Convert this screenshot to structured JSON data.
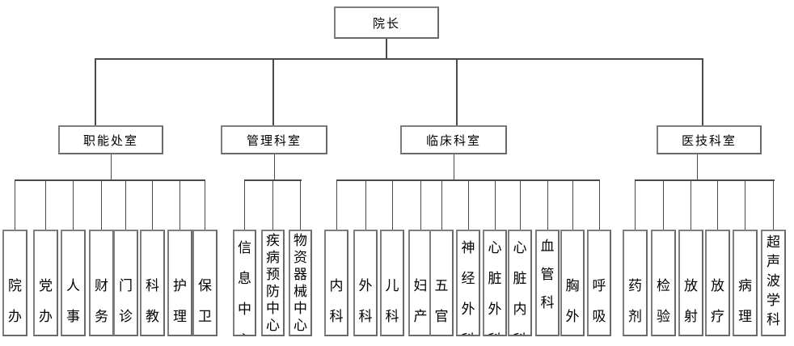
{
  "root": {
    "label": "院长"
  },
  "groups": [
    {
      "label": "职能处室",
      "children": [
        {
          "label": "院办",
          "align": "bottom"
        },
        {
          "label": "党办",
          "align": "bottom"
        },
        {
          "label": "人事",
          "align": "bottom"
        },
        {
          "label": "财务",
          "align": "bottom"
        },
        {
          "label": "门诊",
          "align": "bottom"
        },
        {
          "label": "科教",
          "align": "bottom"
        },
        {
          "label": "护理",
          "align": "bottom"
        },
        {
          "label": "保卫",
          "align": "bottom"
        }
      ]
    },
    {
      "label": "管理科室",
      "children": [
        {
          "label": "信息中心",
          "align": "top"
        },
        {
          "label": "疾病预防中心",
          "align": "top"
        },
        {
          "label": "物资器械中心",
          "align": "top"
        }
      ]
    },
    {
      "label": "临床科室",
      "children": [
        {
          "label": "内科",
          "align": "bottom"
        },
        {
          "label": "外科",
          "align": "bottom"
        },
        {
          "label": "儿科",
          "align": "bottom"
        },
        {
          "label": "妇产",
          "align": "bottom"
        },
        {
          "label": "五官",
          "align": "bottom"
        },
        {
          "label": "神经外科",
          "align": "top"
        },
        {
          "label": "心脏外科",
          "align": "top"
        },
        {
          "label": "心脏内科",
          "align": "top"
        },
        {
          "label": "血管科",
          "align": "top"
        },
        {
          "label": "胸外",
          "align": "bottom"
        },
        {
          "label": "呼吸",
          "align": "bottom"
        }
      ]
    },
    {
      "label": "医技科室",
      "children": [
        {
          "label": "药剂",
          "align": "bottom"
        },
        {
          "label": "检验",
          "align": "bottom"
        },
        {
          "label": "放射",
          "align": "bottom"
        },
        {
          "label": "放疗",
          "align": "bottom"
        },
        {
          "label": "病理",
          "align": "bottom"
        },
        {
          "label": "超声波学科",
          "align": "top"
        }
      ]
    }
  ],
  "colors": {
    "background": "#ffffff",
    "box_border": "#7e7e7e",
    "line": "#4a4a4a",
    "text": "#000000"
  }
}
